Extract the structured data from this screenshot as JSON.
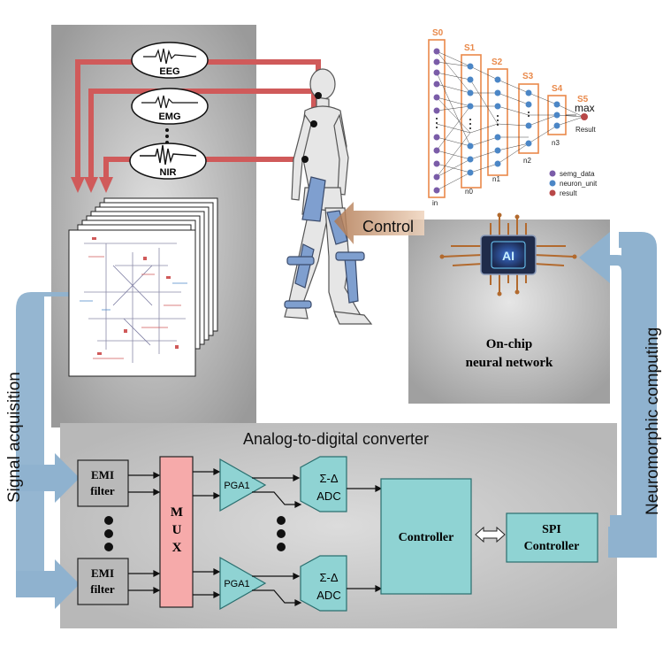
{
  "signals": {
    "items": [
      "EEG",
      "EMG",
      "NIR"
    ]
  },
  "labels": {
    "control": "Control",
    "signal_acquisition": "Signal acquisition",
    "neuromorphic_computing": "Neuromorphic computing",
    "adc_title": "Analog-to-digital converter",
    "on_chip_line1": "On-chip",
    "on_chip_line2": "neural network",
    "chip_text": "AI"
  },
  "adc": {
    "emi_line1": "EMI",
    "emi_line2": "filter",
    "mux": [
      "M",
      "U",
      "X"
    ],
    "pga": "PGA1",
    "adc_line1": "Σ-Δ",
    "adc_line2": "ADC",
    "controller": "Controller",
    "spi_line1": "SPI",
    "spi_line2": "Controller"
  },
  "network": {
    "stages": [
      "S0",
      "S1",
      "S2",
      "S3",
      "S4",
      "S5"
    ],
    "layers": [
      "in",
      "n0",
      "n1",
      "n2",
      "n3"
    ],
    "max_label": "max",
    "result_label": "Result",
    "legend": [
      "semg_data",
      "neuron_unit",
      "result"
    ]
  },
  "colors": {
    "red_line": "#d05a5a",
    "blue_arrow": "#8fb2cf",
    "gray_panel": "#c6c6c6",
    "pga_fill": "#8fd3d3",
    "mux_fill": "#f6aaaa",
    "emi_fill": "#b9b9b9",
    "stage_orange": "#e9894a",
    "neuron_blue": "#4b86c6",
    "neuron_purple": "#7a5ca8",
    "result_red": "#b84848"
  }
}
